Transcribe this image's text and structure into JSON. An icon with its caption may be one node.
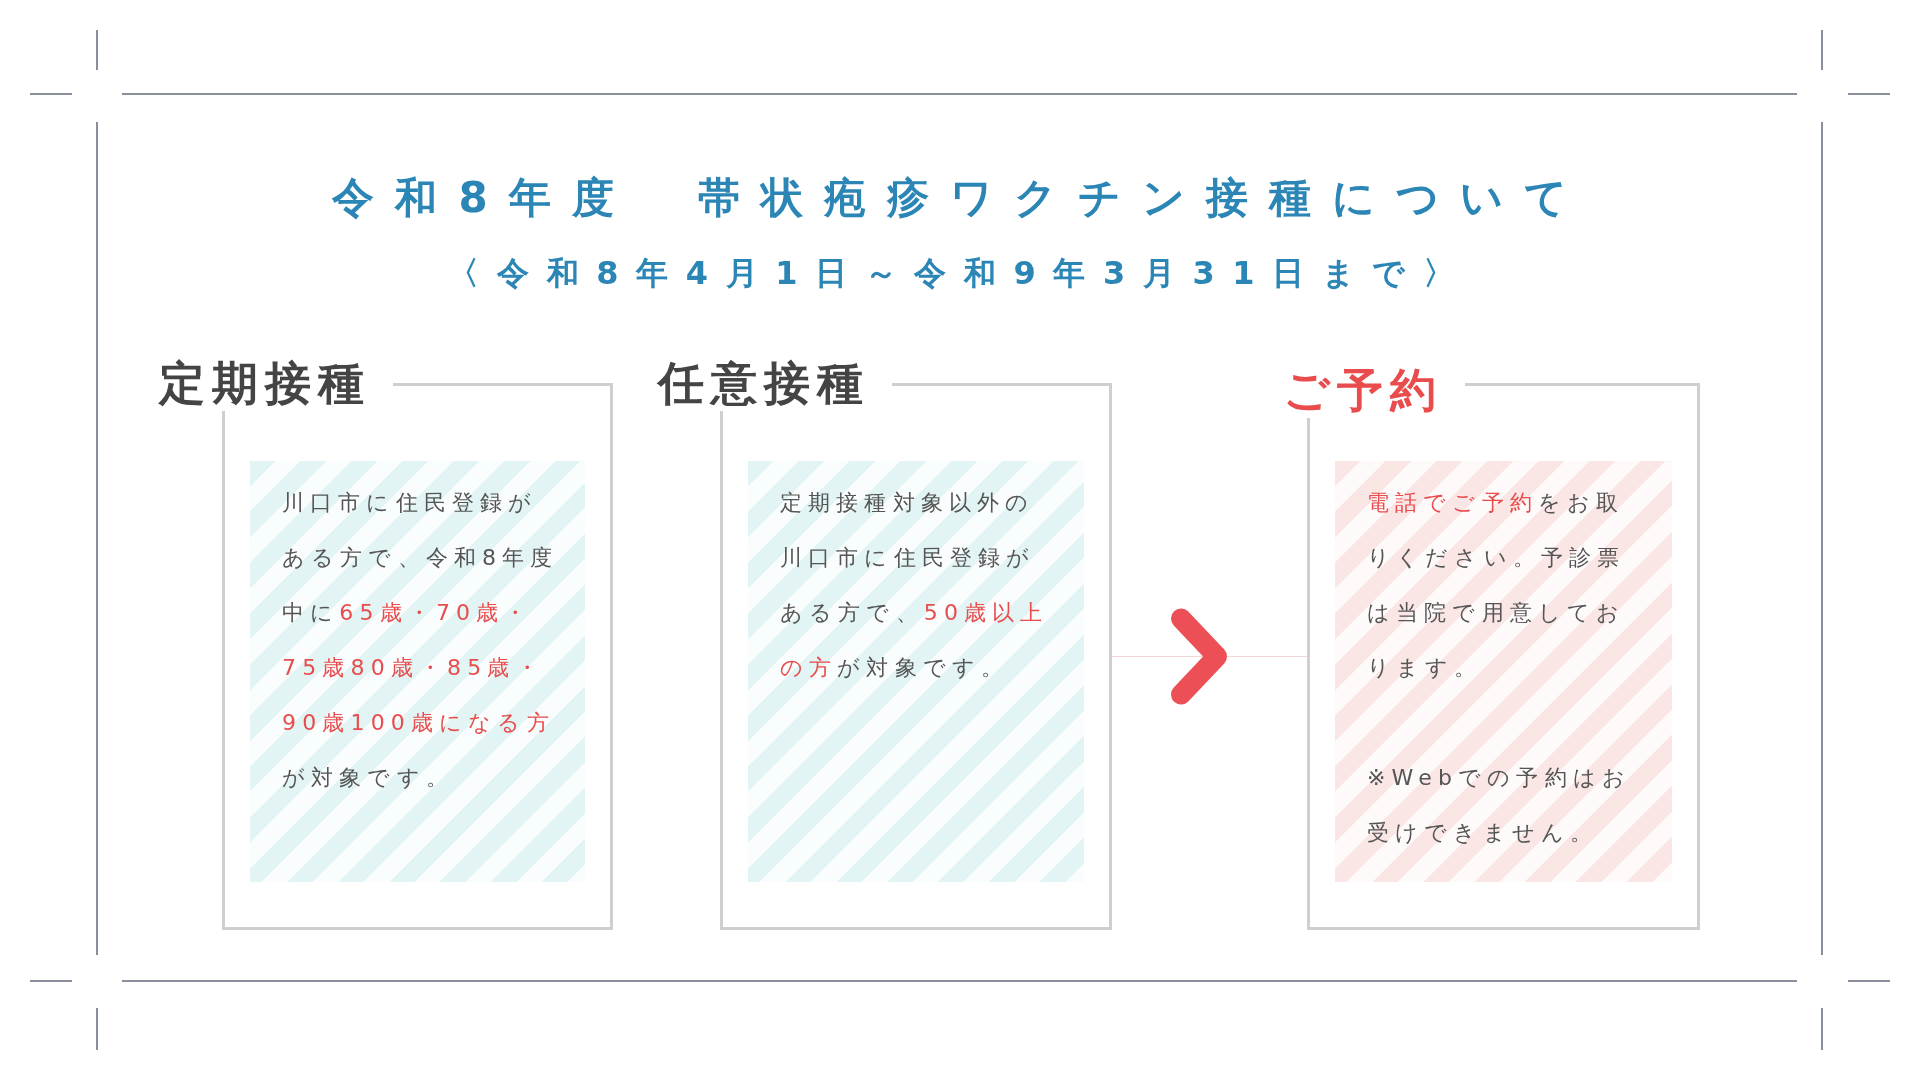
{
  "diagram": {
    "title": "令和8年度　帯状疱疹ワクチン接種について",
    "nodes": [
      {
        "text": [
          "定期接種",
          "川口市に住民登録がある方で、令和8年度中に",
          "65歳・70歳・75歳80歳・85歳・90歳100歳になる方",
          "が対象です。"
        ]
      },
      {
        "text": [
          "任意接種",
          "定期接種対象以外の川口市に住民登録がある方で、",
          "50歳以上の方",
          "が対象です。"
        ]
      },
      {
        "text": [
          "ご予約",
          "電話でご予約",
          "をお取りください。予診票は当院で用意しております。",
          "※Webでの予約はお受けできません。"
        ]
      }
    ],
    "edges": [
      {
        "from": 1,
        "to": 2,
        "arrow": "to"
      }
    ],
    "labels": [
      "〈令和8年4月1日～令和9年3月31日まで〉"
    ]
  }
}
